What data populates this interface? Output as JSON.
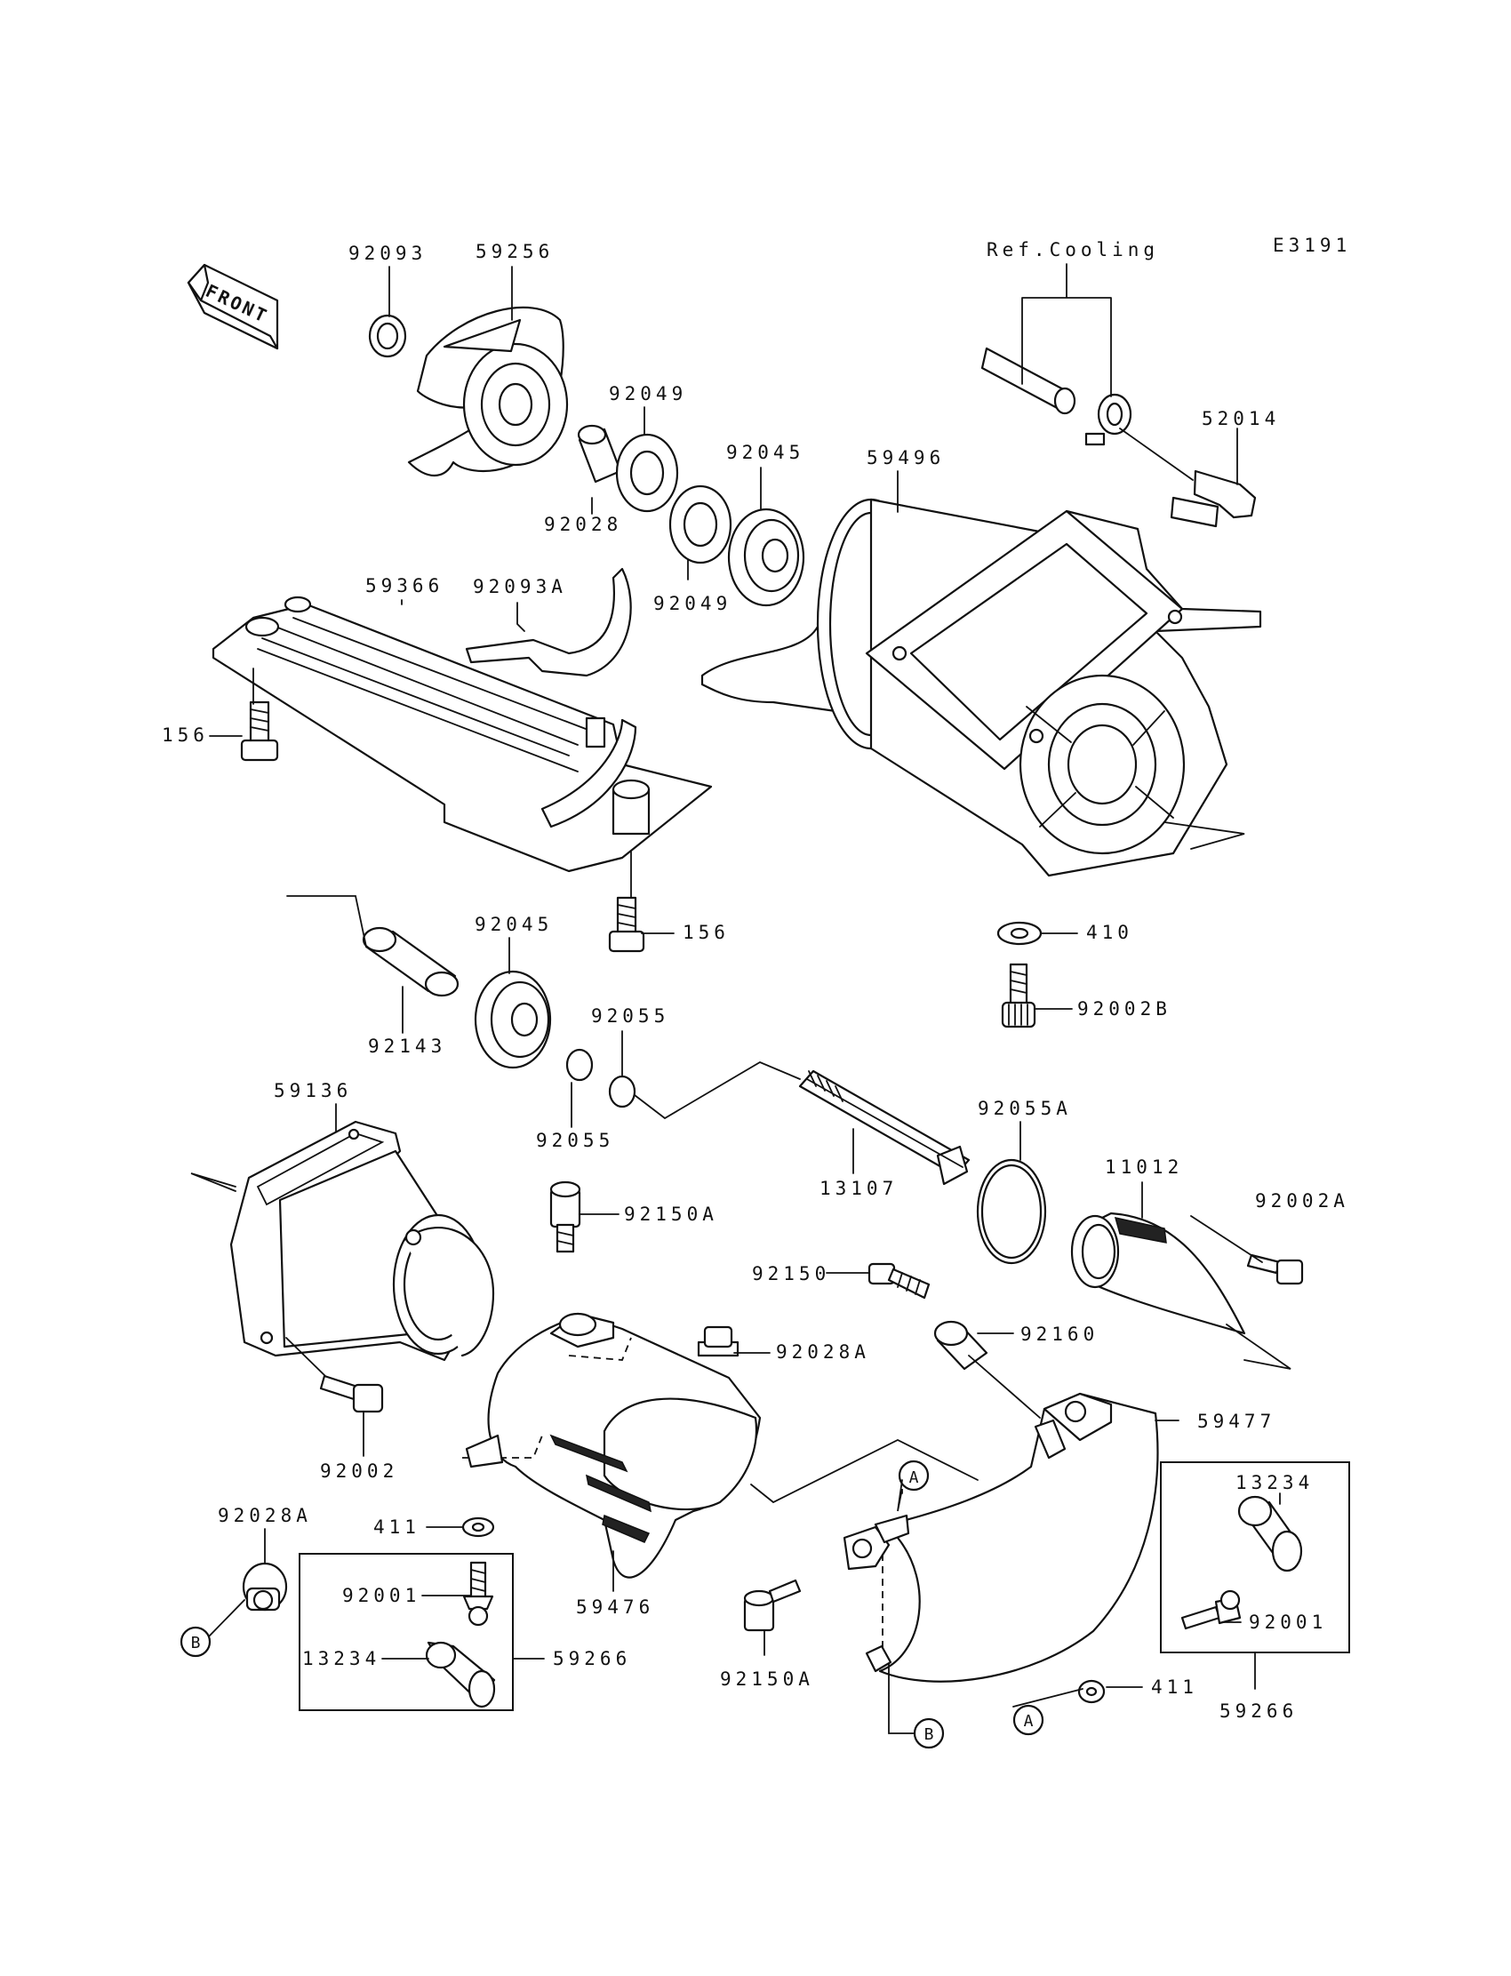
{
  "diagram_code": "E3191",
  "front_label": "FRONT",
  "ref_cooling": "Ref.Cooling",
  "callouts": {
    "p92093": "92093",
    "p59256": "59256",
    "p92049_upper": "92049",
    "p92028": "92028",
    "p92045_upper": "92045",
    "p92049_lower": "92049",
    "p59496": "59496",
    "p52014": "52014",
    "p59366": "59366",
    "p92093A": "92093A",
    "p156_left": "156",
    "p156_lower": "156",
    "p92045_lower": "92045",
    "p92143": "92143",
    "p92055_upper": "92055",
    "p92055_lower": "92055",
    "p410": "410",
    "p92002B": "92002B",
    "p59136": "59136",
    "p13107": "13107",
    "p92055A": "92055A",
    "p11012": "11012",
    "p92002A": "92002A",
    "p92150A_upper": "92150A",
    "p92150": "92150",
    "p92028A_mid": "92028A",
    "p92160": "92160",
    "p92002": "92002",
    "p59477": "59477",
    "p13234_right": "13234",
    "p92028A_left": "92028A",
    "p411_left": "411",
    "p59476": "59476",
    "p92001_left": "92001",
    "p13234_left": "13234",
    "p59266_left": "59266",
    "p92001_right": "92001",
    "p92150A_lower": "92150A",
    "p411_right": "411",
    "p59266_right": "59266"
  },
  "ref_markers": {
    "a_upper": "A",
    "a_lower": "A",
    "b_left": "B",
    "b_right": "B"
  }
}
